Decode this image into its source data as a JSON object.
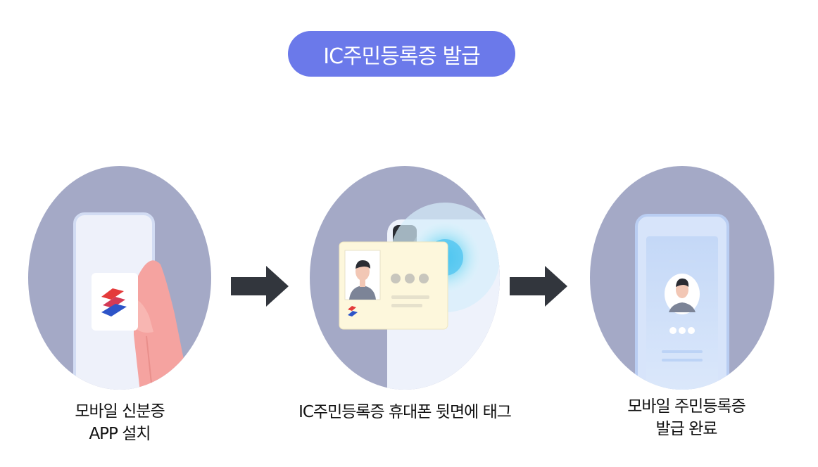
{
  "title": "IC주민등록증 발급",
  "colors": {
    "title_bg": "#6b79ea",
    "circle_bg": "#a4a9c6",
    "arrow": "#32363d",
    "skin": "#f5a3a0",
    "card": "#fdf7dc"
  },
  "steps": [
    {
      "illustration": "phone-with-app-icon",
      "caption_lines": [
        "모바일 신분증",
        "APP 설치"
      ]
    },
    {
      "illustration": "id-card-tag-phone",
      "caption_lines": [
        "IC주민등록증 휴대폰 뒷면에 태그"
      ]
    },
    {
      "illustration": "phone-with-mobile-id",
      "caption_lines": [
        "모바일 주민등록증",
        "발급 완료"
      ]
    }
  ],
  "arrows": [
    "arrow-right-icon",
    "arrow-right-icon"
  ]
}
